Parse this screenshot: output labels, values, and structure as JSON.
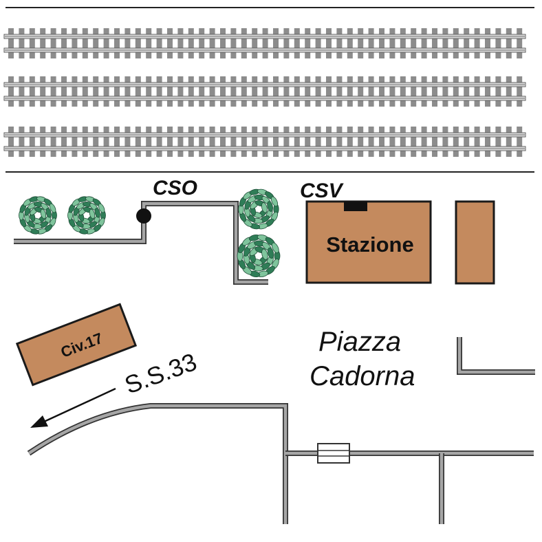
{
  "labels": {
    "cso": "CSO",
    "csv": "CSV",
    "station": "Stazione",
    "building": "Civ.17",
    "road": "S.S.33",
    "square_line1": "Piazza",
    "square_line2": "Cadorna"
  },
  "colors": {
    "building_fill": "#c48a5e",
    "building_stroke": "#1a1a1a",
    "track_tie": "#8c8c8c",
    "track_rail": "#a8a8a8",
    "road_fill": "#a6a6a6",
    "road_edge": "#333333",
    "shrub_dark": "#2f7d57",
    "shrub_light": "#7fc49c"
  },
  "icons": {
    "tracks": "railway-track-icon",
    "shrub": "shrub-icon",
    "junction": "junction-node-icon",
    "arrow": "direction-arrow-icon"
  }
}
